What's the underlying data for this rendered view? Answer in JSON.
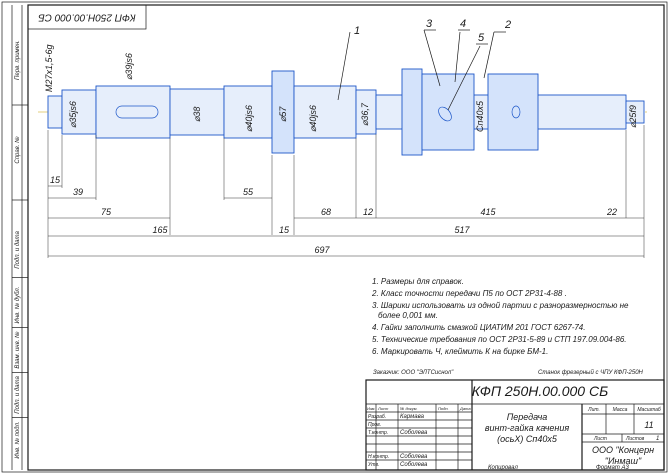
{
  "stamp": {
    "top_code": "КФП 250Н.00.000 СБ",
    "main_code": "КФП 250Н.00.000 СБ",
    "title_line1": "Передача",
    "title_line2": "винт-гайка качения",
    "title_line3": "(осьХ) Сп40х5",
    "sheets_total": "11",
    "sheet_label": "Лист",
    "sheets_label": "Листов",
    "sheets_count": "1",
    "lit_label": "Лит.",
    "mass_label": "Масса",
    "scale_label": "Масштаб",
    "org_line1": "ООО \"Концерн",
    "org_line2": "\"Инмаш\"",
    "copied": "Копировал",
    "format": "Формат   А3",
    "customer": "Заказчик: ООО \"ЭЛТСиснол\"",
    "machine": "Станок фрезерный с ЧПУ КФП-250Н",
    "roles": [
      {
        "role": "Разраб.",
        "name": "Кармава"
      },
      {
        "role": "Пров.",
        "name": ""
      },
      {
        "role": "Т.контр.",
        "name": "Соболева"
      },
      {
        "role": "",
        "name": ""
      },
      {
        "role": "Н.контр.",
        "name": "Соболева"
      },
      {
        "role": "Утв.",
        "name": "Соболева"
      }
    ],
    "header_cells": [
      "Изм.",
      "Лист",
      "№ докум.",
      "Подп.",
      "Дата"
    ]
  },
  "side_labels": [
    "Перв. примен.",
    "Справ. №",
    "Подп. и дата",
    "Инв. № дубл.",
    "Взам. инв. №",
    "Подп. и дата",
    "Инв. № подл."
  ],
  "notes": [
    "1. Размеры для справок.",
    "2. Класс точности передачи П5 по ОСТ 2Р31-4-88 .",
    "3. Шарики использовать из одной партии с разноразмерностью не",
    "более 0,001 мм.",
    "4. Гайки заполнить смазкой ЦИАТИМ 201 ГОСТ 6267-74.",
    "5. Технические требования по ОСТ 2Р31-5-89 и СТП 197.09.004-86.",
    "6. Маркировать Ч, клеймить К на бирке БМ-1."
  ],
  "balloons": [
    "1",
    "2",
    "3",
    "4",
    "5"
  ],
  "diameters": [
    "M27x1,5-6g",
    "⌀35js6",
    "⌀39js6",
    "⌀38",
    "⌀40js6",
    "⌀57",
    "⌀40js6",
    "⌀36,7",
    "Сп40х5",
    "⌀25f9"
  ],
  "dimensions": [
    "15",
    "39",
    "55",
    "75",
    "165",
    "68",
    "12",
    "415",
    "22",
    "15",
    "517",
    "697"
  ]
}
